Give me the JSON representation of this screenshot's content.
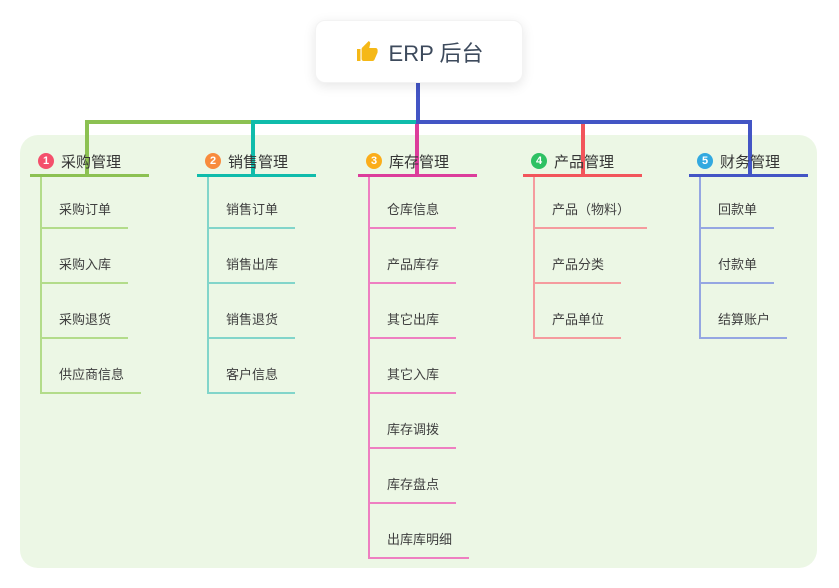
{
  "root": {
    "label": "ERP 后台",
    "icon": "thumbs-up"
  },
  "panel_bg": "#ecf7e5",
  "connector": {
    "trunk_color": "#4355c5"
  },
  "branches": [
    {
      "badge": "1",
      "label": "采购管理",
      "badge_color": "#f4506c",
      "line_color": "#8cc152",
      "child_line_color": "#b3dc8a",
      "children": [
        "采购订单",
        "采购入库",
        "采购退货",
        "供应商信息"
      ]
    },
    {
      "badge": "2",
      "label": "销售管理",
      "badge_color": "#f88b3d",
      "line_color": "#10bcab",
      "child_line_color": "#82d5ca",
      "children": [
        "销售订单",
        "销售出库",
        "销售退货",
        "客户信息"
      ]
    },
    {
      "badge": "3",
      "label": "库存管理",
      "badge_color": "#fbad1a",
      "line_color": "#dc3d9b",
      "child_line_color": "#ee7fc1",
      "children": [
        "仓库信息",
        "产品库存",
        "其它出库",
        "其它入库",
        "库存调拨",
        "库存盘点",
        "出库库明细"
      ]
    },
    {
      "badge": "4",
      "label": "产品管理",
      "badge_color": "#2ec163",
      "line_color": "#f2555b",
      "child_line_color": "#f59b9e",
      "children": [
        "产品（物料）",
        "产品分类",
        "产品单位"
      ]
    },
    {
      "badge": "5",
      "label": "财务管理",
      "badge_color": "#32a9e0",
      "line_color": "#4355c5",
      "child_line_color": "#95a6e2",
      "children": [
        "回款单",
        "付款单",
        "结算账户"
      ]
    }
  ]
}
